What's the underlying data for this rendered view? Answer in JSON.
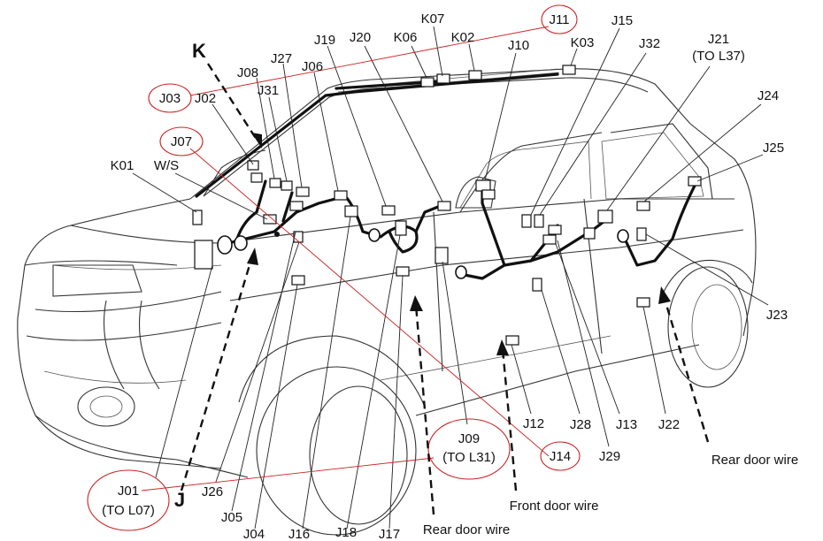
{
  "labels": {
    "k07": "K07",
    "j11": "J11",
    "j15": "J15",
    "j21": "J21",
    "j21_note": "(TO L37)",
    "k06": "K06",
    "k02": "K02",
    "j10": "J10",
    "k03": "K03",
    "j32": "J32",
    "j19": "J19",
    "j20": "J20",
    "k": "K",
    "j27": "J27",
    "j06": "J06",
    "j08": "J08",
    "j03": "J03",
    "j02": "J02",
    "j31": "J31",
    "j24": "J24",
    "j07": "J07",
    "j25": "J25",
    "k01": "K01",
    "ws": "W/S",
    "j23": "J23",
    "j12": "J12",
    "j28": "J28",
    "j13": "J13",
    "j22": "J22",
    "j09": "J09",
    "j09_note": "(TO L31)",
    "j14": "J14",
    "j29": "J29",
    "rear_door_wire_right": "Rear door wire",
    "j01": "J01",
    "j01_note": "(TO L07)",
    "j": "J",
    "j26": "J26",
    "front_door_wire": "Front door wire",
    "j05": "J05",
    "j04": "J04",
    "j16": "J16",
    "j18": "J18",
    "j17": "J17",
    "rear_door_wire_bottom": "Rear door wire"
  },
  "highlighted_labels": [
    "J11",
    "J03",
    "J07",
    "J09",
    "J14",
    "J01"
  ],
  "colors": {
    "highlight": "#cc2222",
    "line": "#111111"
  }
}
